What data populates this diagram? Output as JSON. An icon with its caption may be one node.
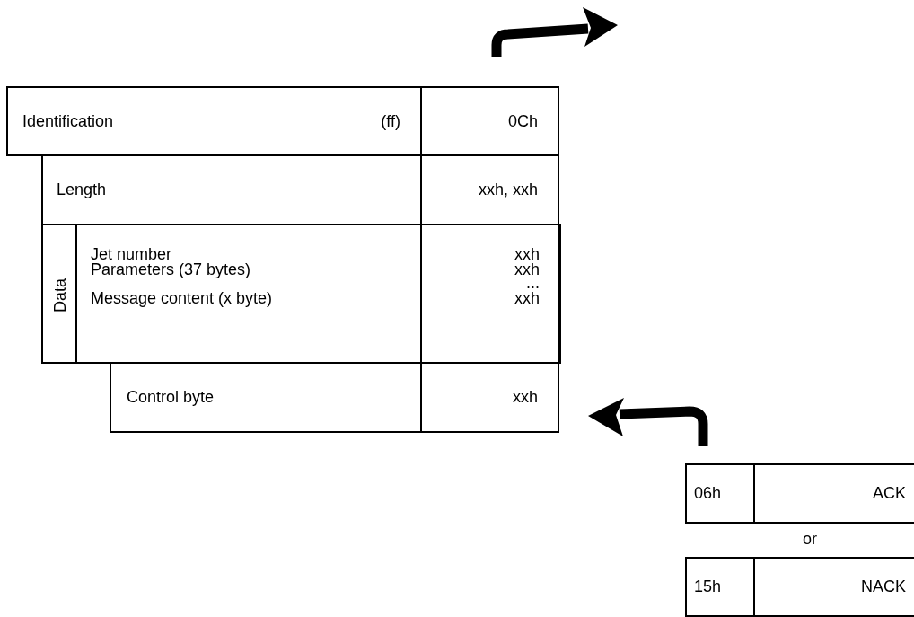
{
  "diagram": {
    "nodes": [
      {
        "text": [
          "Identification",
          "(ff)",
          "0Ch"
        ]
      },
      {
        "text": [
          "Length",
          "xxh, xxh"
        ]
      },
      {
        "text": [
          "Data"
        ]
      },
      {
        "text": [
          "Jet number",
          "Parameters (37 bytes)",
          "Message content (x byte)",
          "xxh",
          "xxh",
          "...",
          "xxh"
        ],
        "in": 2
      },
      {
        "text": [
          "Control byte",
          "xxh"
        ]
      },
      {
        "text": [
          "06h",
          "ACK"
        ]
      },
      {
        "text": [
          "15h",
          "NACK"
        ]
      }
    ],
    "labels": [
      "or"
    ]
  }
}
